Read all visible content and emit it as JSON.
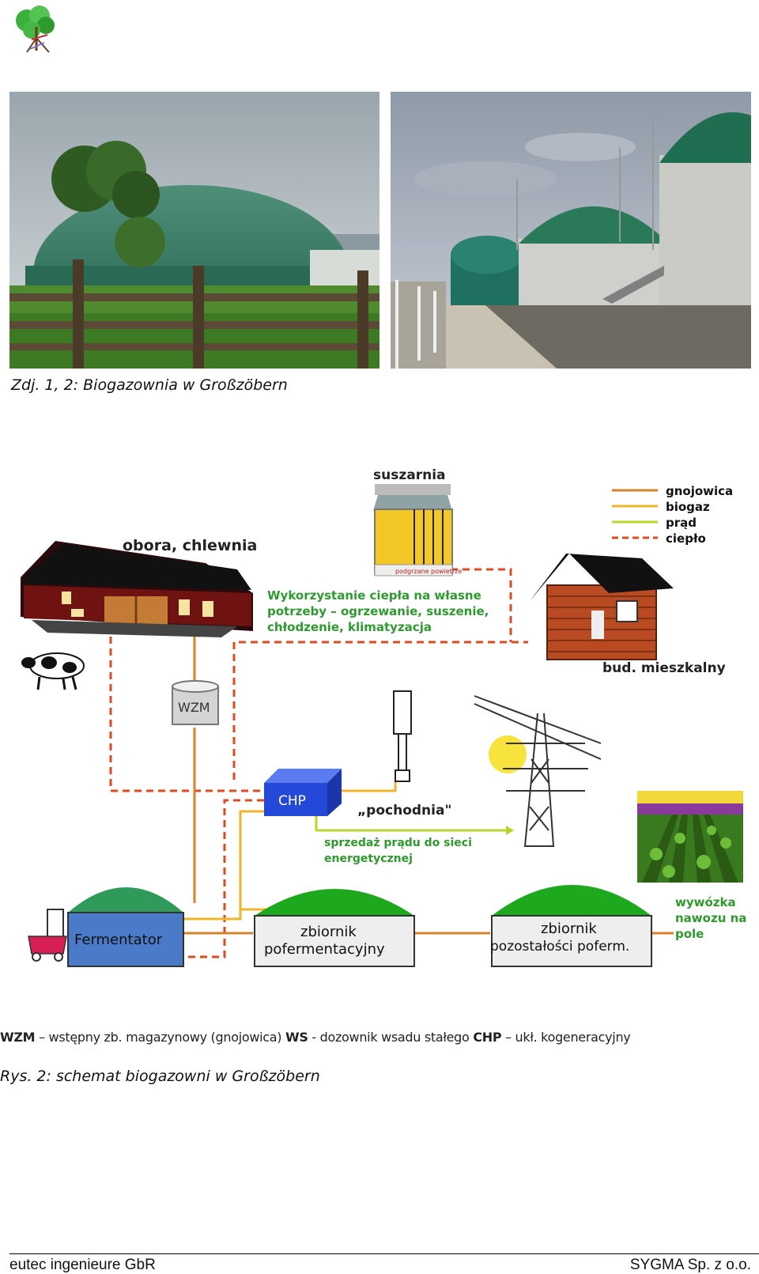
{
  "photos": {
    "caption": "Zdj. 1, 2: Biogazownia w Großzöbern"
  },
  "diagram": {
    "labels": {
      "suszarnia": "suszarnia",
      "podgrzane": "podgrzane powietrze",
      "obora": "obora, chlewnia",
      "wykorzystanie_1": "Wykorzystanie ciepła na własne",
      "wykorzystanie_2": "potrzeby – ogrzewanie, suszenie,",
      "wykorzystanie_3": "chłodzenie, klimatyzacja",
      "bud": "bud. mieszkalny",
      "wzm": "WZM",
      "chp": "CHP",
      "pochodnia": "„pochodnia\"",
      "sprzedaz_1": "sprzedaż prądu do sieci",
      "sprzedaz_2": "energetycznej",
      "fermentator": "Fermentator",
      "zbiornik1_1": "zbiornik",
      "zbiornik1_2": "pofermentacyjny",
      "zbiornik2_1": "zbiornik",
      "zbiornik2_2": "pozostałości poferm.",
      "wywozka_1": "wywózka",
      "wywozka_2": "nawozu na",
      "wywozka_3": "pole"
    },
    "legend": [
      {
        "label": "gnojowica",
        "color": "#d9822b",
        "style": "solid"
      },
      {
        "label": "biogaz",
        "color": "#f0b429",
        "style": "solid"
      },
      {
        "label": "prąd",
        "color": "#b8d62e",
        "style": "solid"
      },
      {
        "label": "ciepło",
        "color": "#e04a1f",
        "style": "dashed"
      }
    ],
    "glossary": {
      "wzm_abbr": "WZM",
      "wzm_desc": " – wstępny zb. magazynowy (gnojowica) ",
      "ws_abbr": "WS",
      "ws_desc": " - dozownik wsadu stałego ",
      "chp_abbr": "CHP",
      "chp_desc": " – ukł. kogeneracyjny"
    },
    "caption": "Rys. 2: schemat biogazowni w Großzöbern"
  },
  "footer": {
    "left": "eutec ingenieure GbR",
    "right": "SYGMA Sp. z o.o."
  },
  "icons": [
    "tree-logo-icon",
    "cow-icon",
    "barn-icon",
    "house-icon",
    "dryer-icon",
    "pylon-icon",
    "field-icon",
    "cart-icon"
  ]
}
